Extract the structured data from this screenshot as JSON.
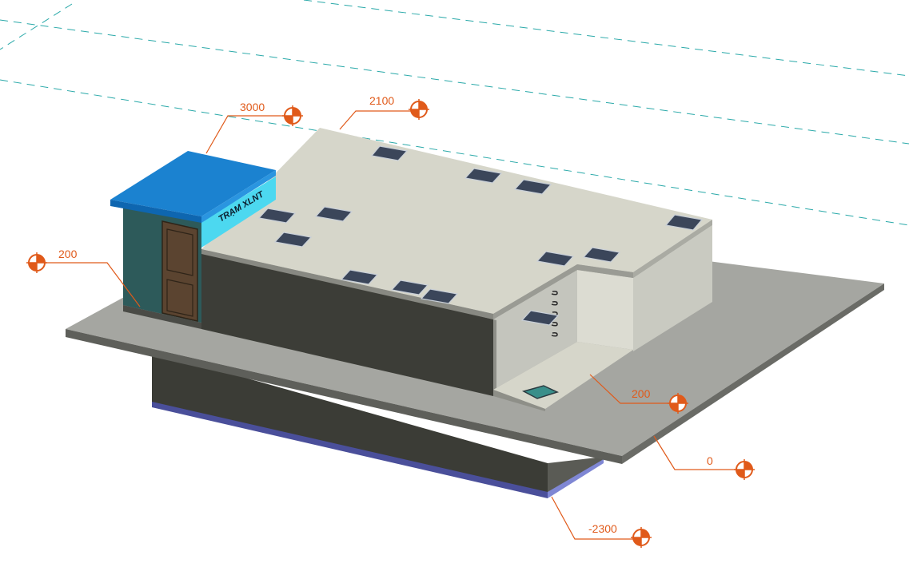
{
  "view": {
    "title": ""
  },
  "building": {
    "sign_text": "TRẠM XLNT"
  },
  "colors": {
    "background": "#ffffff",
    "annotation": "#e05a1a",
    "gridline": "#2aa9a9",
    "roof_blue": "#1b82d0",
    "slab_top": "#a5a6a1",
    "walls_dark": "#3c3d37",
    "tank_top": "#d6d6ca",
    "hatch": "#3b465a",
    "guardhouse_wall": "#2d5a5a",
    "sign_panel": "#4cd8f0",
    "door": "#5b4430"
  },
  "levels": [
    {
      "id": "roof-guardhouse",
      "text": "3000"
    },
    {
      "id": "tank-top",
      "text": "2100"
    },
    {
      "id": "guardhouse-floor",
      "text": "200"
    },
    {
      "id": "pit-floor",
      "text": "200"
    },
    {
      "id": "ground",
      "text": "0"
    },
    {
      "id": "foundation-bottom",
      "text": "-2300"
    }
  ],
  "icons": {
    "level_marker": "level-target-icon",
    "ladder": "ladder-rungs-icon"
  }
}
